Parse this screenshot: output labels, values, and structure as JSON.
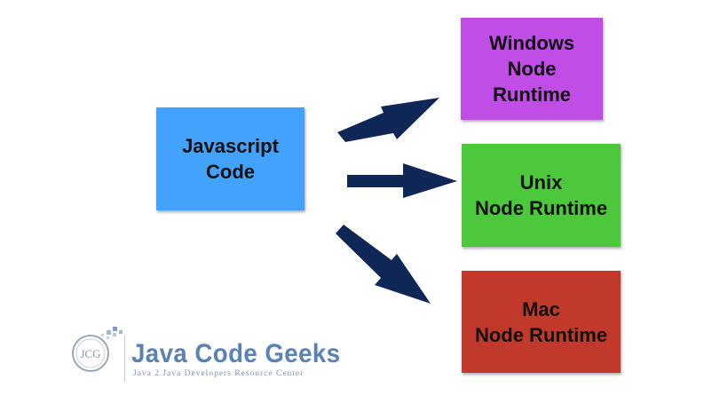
{
  "colors": {
    "javascript": "#43a2fb",
    "windows": "#c04de6",
    "unix": "#4dc73c",
    "mac": "#c0392b",
    "arrow": "#0f2756",
    "logo_blue": "#5a82b4"
  },
  "boxes": {
    "javascript": {
      "line1": "Javascript",
      "line2": "Code"
    },
    "windows": {
      "line1": "Windows",
      "line2": "Node",
      "line3": "Runtime"
    },
    "unix": {
      "line1": "Unix",
      "line2": "Node Runtime"
    },
    "mac": {
      "line1": "Mac",
      "line2": "Node Runtime"
    }
  },
  "logo": {
    "monogram": "JCG",
    "name": "Java Code Geeks",
    "tagline": "Java 2 Java Developers Resource Center"
  }
}
